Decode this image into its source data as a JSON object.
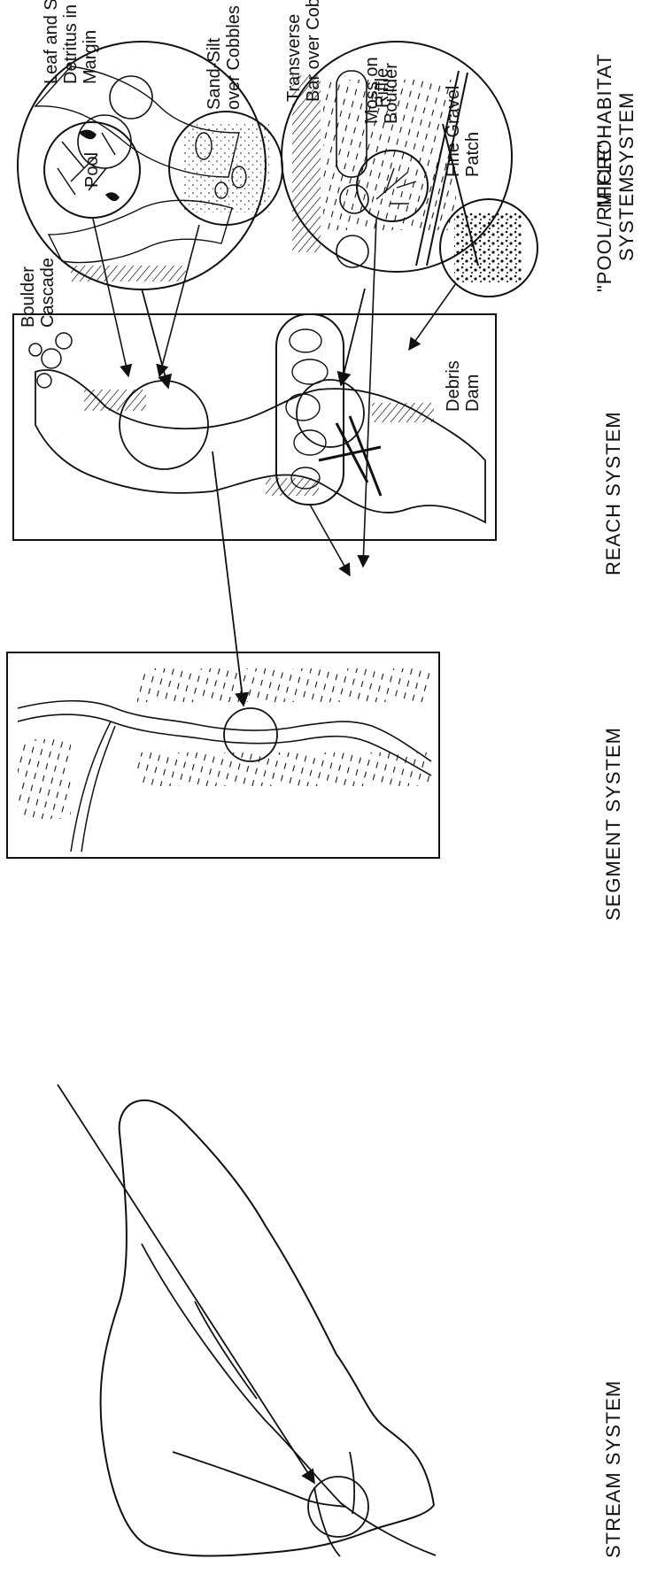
{
  "colors": {
    "ink": "#111111",
    "background": "#ffffff"
  },
  "system_levels": [
    {
      "key": "stream",
      "label": "STREAM SYSTEM"
    },
    {
      "key": "segment",
      "label": "SEGMENT SYSTEM"
    },
    {
      "key": "reach",
      "label": "REACH SYSTEM"
    },
    {
      "key": "pool_riffle",
      "label_line1": "\"POOL/RIFFLE\"",
      "label_line2": "SYSTEM"
    },
    {
      "key": "microhabitat",
      "label_line1": "MICROHABITAT",
      "label_line2": "SYSTEM"
    }
  ],
  "reach_features": {
    "boulder_cascade": [
      "Boulder",
      "Cascade"
    ],
    "debris_dam": [
      "Debris",
      "Dam"
    ]
  },
  "pool_riffle_features": {
    "pool": "Pool",
    "riffle": "Riffle"
  },
  "microhabitats": {
    "leaf_detritus": [
      "Leaf and S",
      "Detritus in",
      "Margin"
    ],
    "sand_silt": [
      "Sand-Silt",
      "over Cobbles"
    ],
    "transverse_bar": [
      "Transverse",
      "Bar over Cobbl"
    ],
    "moss": [
      "Moss on",
      "Boulder"
    ],
    "fine_gravel": [
      "Fine Gravel",
      "Patch"
    ]
  }
}
